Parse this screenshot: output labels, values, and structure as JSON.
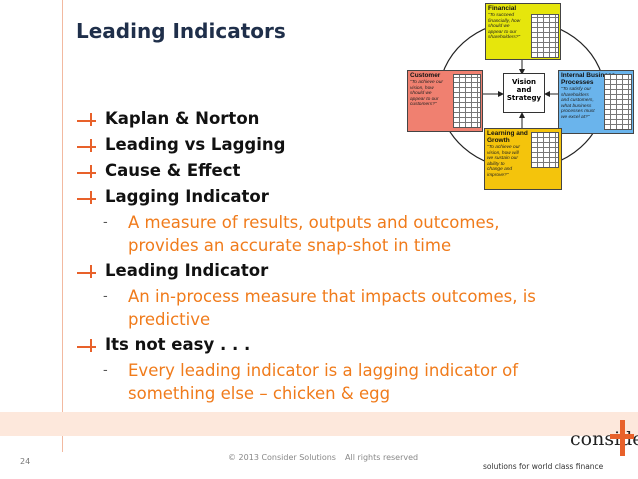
{
  "slide": {
    "title": "Leading Indicators",
    "bullets": [
      {
        "text": "Kaplan & Norton"
      },
      {
        "text": "Leading vs Lagging"
      },
      {
        "text": "Cause & Effect"
      },
      {
        "text": "Lagging Indicator",
        "sub": [
          "A measure of results, outputs and outcomes,",
          "provides an accurate snap-shot in time"
        ]
      },
      {
        "text": "Leading Indicator",
        "sub": [
          "An in-process measure that impacts outcomes, is",
          "predictive"
        ]
      },
      {
        "text": "Its not easy . . .",
        "sub": [
          "Every leading indicator is a lagging indicator of",
          "something else – chicken & egg"
        ]
      }
    ],
    "dash": "-"
  },
  "diagram": {
    "financial": {
      "head": "Financial",
      "text": "\"To succeed\nfinancially, how\nshould we\nappear to our\nshareholders?\""
    },
    "customer": {
      "head": "Customer",
      "text": "\"To achieve our\nvision, how\nshould we\nappear to our\ncustomers?\""
    },
    "internal": {
      "head": "Internal Business\nProcesses",
      "text": "\"To satisfy our\nshareholders\nand customers,\nwhat business\nprocesses must\nwe excel at?\""
    },
    "learning": {
      "head": "Learning and\nGrowth",
      "text": "\"To achieve our\nvision, how will\nwe sustain our\nability to\nchange and\nimprove?\""
    },
    "center": "Vision\nand\nStrategy"
  },
  "footer": {
    "page": "24",
    "copyright": "© 2013 Consider Solutions",
    "rights": "All rights reserved",
    "logo": "consider",
    "tagline": "solutions for world class finance"
  },
  "colors": {
    "accent": "#f07b1b",
    "title": "#1f2f4a",
    "band": "#fde8dc",
    "logo_plus": "#e8612a"
  }
}
